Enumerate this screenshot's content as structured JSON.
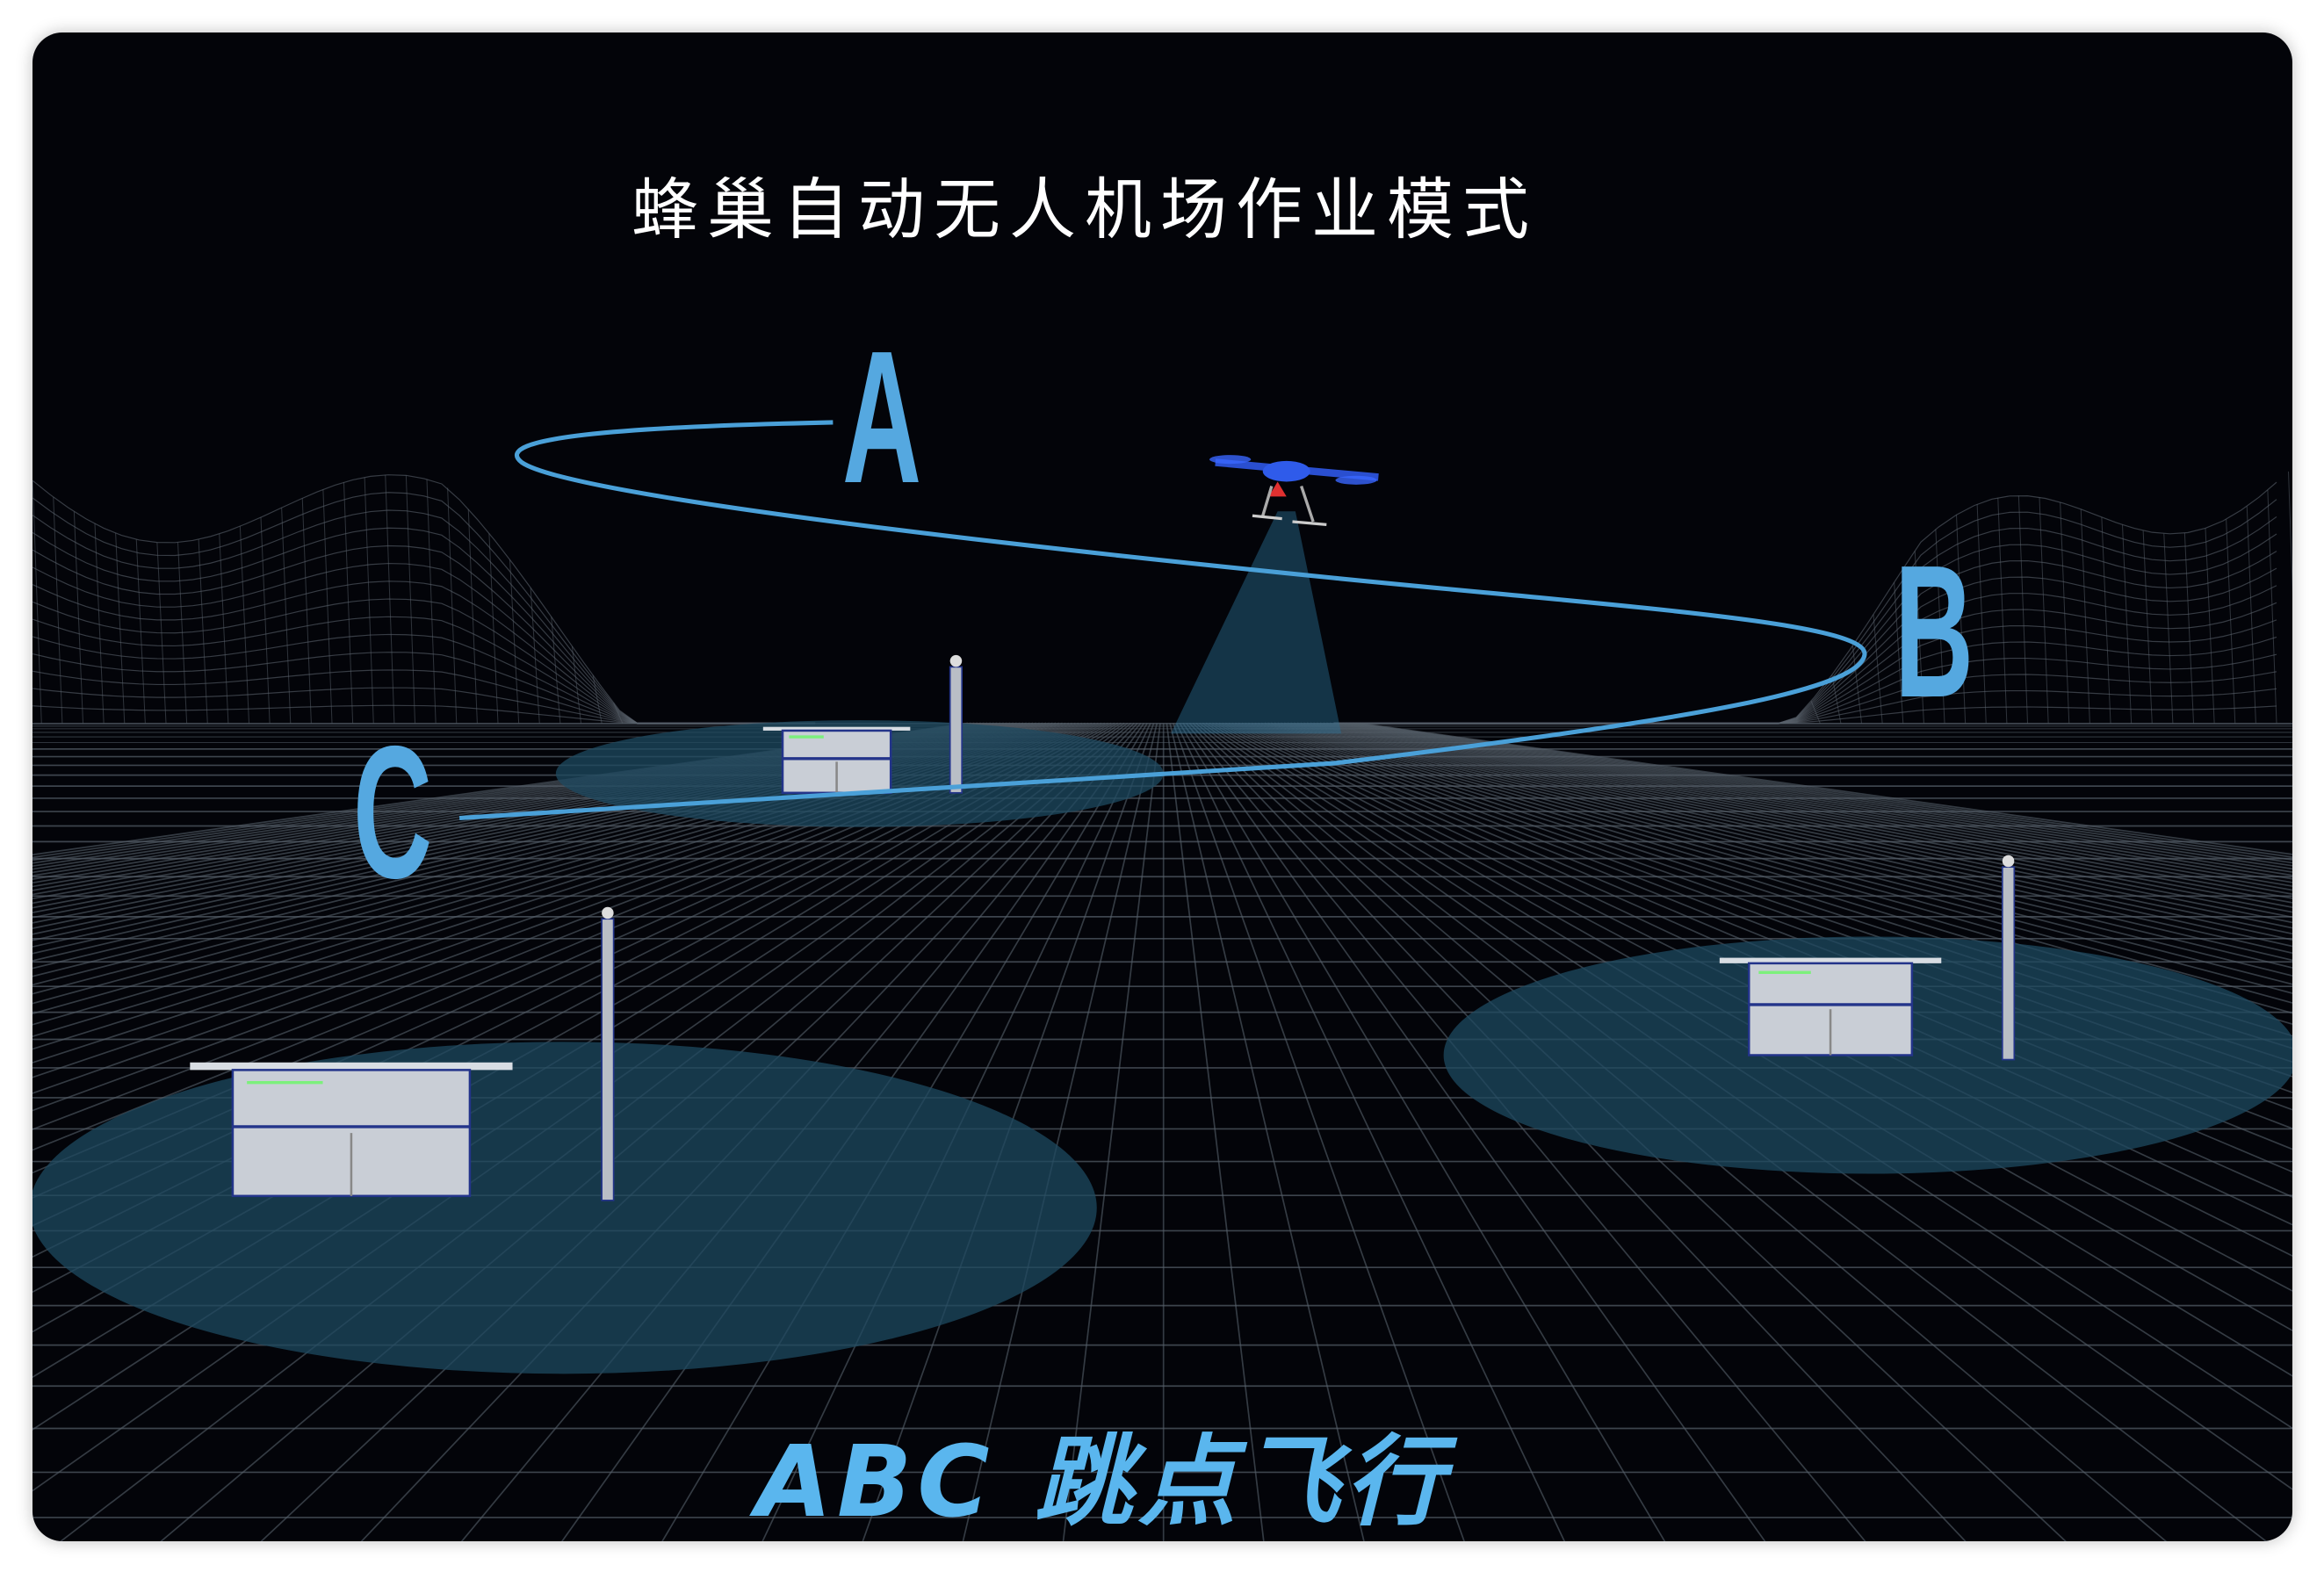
{
  "title": "蜂巢自动无人机场作业模式",
  "waypoints": {
    "a": "A",
    "b": "B",
    "c": "C"
  },
  "caption": "ABC 跳点飞行",
  "colors": {
    "background": "#030409",
    "accent": "#55a8e0",
    "zone": "#1d4a60",
    "grid": "#56606a"
  }
}
